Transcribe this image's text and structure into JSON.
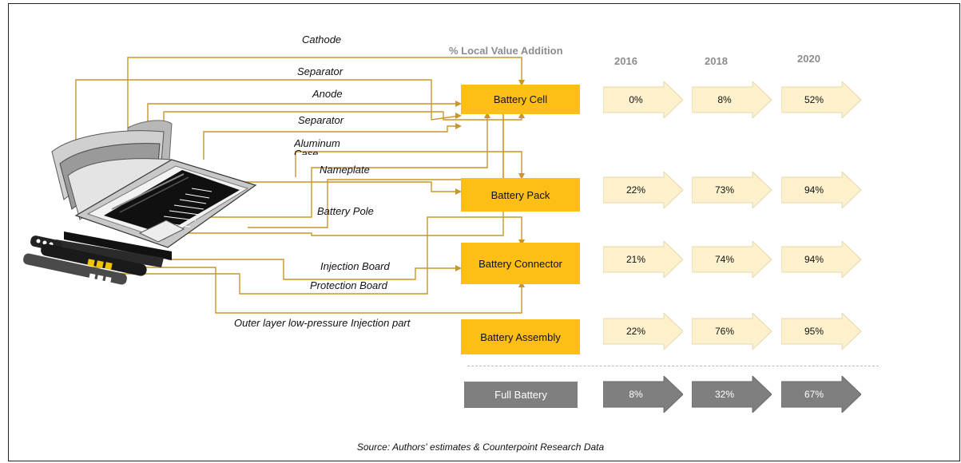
{
  "component_labels": {
    "cathode": "Cathode",
    "separator_1": "Separator",
    "anode": "Anode",
    "separator_2": "Separator",
    "aluminum_case": "Aluminum Case",
    "nameplate": "Nameplate",
    "battery_pole": "Battery Pole",
    "injection_board": "Injection Board",
    "protection_board": "Protection Board",
    "outer_layer": "Outer layer low-pressure Injection part"
  },
  "table": {
    "heading": "% Local Value Addition",
    "years": [
      "2016",
      "2018",
      "2020"
    ],
    "rows": [
      {
        "label": "Battery Cell",
        "values": [
          "0%",
          "8%",
          "52%"
        ]
      },
      {
        "label": "Battery Pack",
        "values": [
          "22%",
          "73%",
          "94%"
        ]
      },
      {
        "label": "Battery Connector",
        "values": [
          "21%",
          "74%",
          "94%"
        ]
      },
      {
        "label": "Battery Assembly",
        "values": [
          "22%",
          "76%",
          "95%"
        ]
      },
      {
        "label": "Full Battery",
        "values": [
          "8%",
          "32%",
          "67%"
        ]
      }
    ]
  },
  "colors": {
    "box_gold": "#fdbf16",
    "arrow_light": "#fdf0cc",
    "arrow_dark": "#7f7f7f",
    "connector_line": "#c8962a"
  },
  "source": "Source: Authors' estimates & Counterpoint Research Data"
}
